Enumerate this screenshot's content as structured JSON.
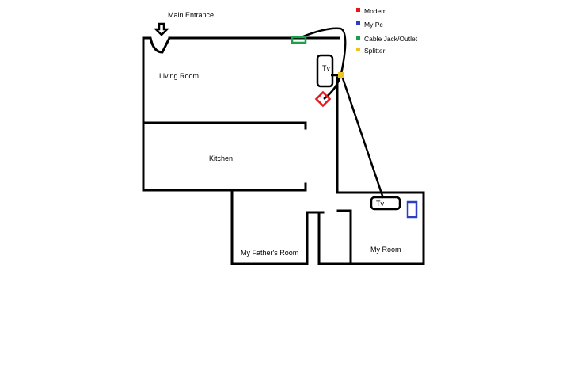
{
  "title": "Main Entrance",
  "rooms": {
    "living_room": "Living Room",
    "kitchen": "Kitchen",
    "fathers_room": "My Father's Room",
    "my_room": "My Room"
  },
  "tv_label": "Tv",
  "legend": [
    {
      "label": "Modem",
      "color": "#e8141a"
    },
    {
      "label": "My Pc",
      "color": "#2b3fc4"
    },
    {
      "label": "Cable Jack/Outlet",
      "color": "#1aa04a"
    },
    {
      "label": "Splitter",
      "color": "#f2c21e"
    }
  ],
  "colors": {
    "wall": "#000000",
    "modem": "#e8141a",
    "pc": "#2b3fc4",
    "outlet": "#1aa04a",
    "splitter": "#f2c21e"
  },
  "icons": {
    "entrance": "down-arrow-icon"
  }
}
